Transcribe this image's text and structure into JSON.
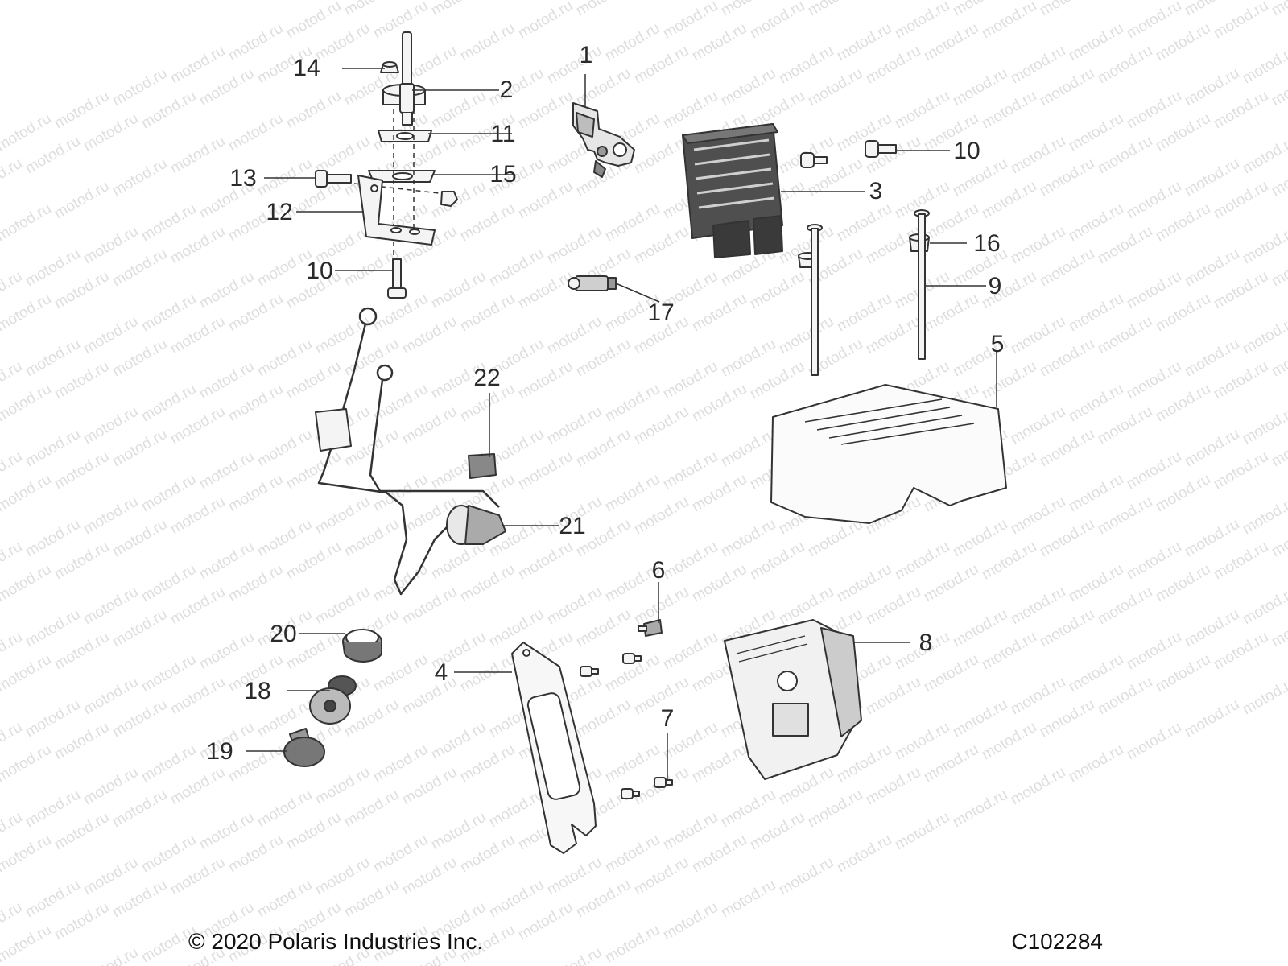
{
  "watermark": "motod.ru",
  "footer": {
    "copyright": "© 2020 Polaris Industries Inc.",
    "drawing_number": "C102284"
  },
  "callouts": [
    "1",
    "2",
    "3",
    "4",
    "5",
    "6",
    "7",
    "8",
    "9",
    "10",
    "10",
    "11",
    "12",
    "13",
    "14",
    "15",
    "16",
    "17",
    "18",
    "19",
    "20",
    "21",
    "22"
  ],
  "colors": {
    "line": "#333333",
    "part_fill": "#f4f4f4",
    "dark_part": "#555555",
    "watermark": "#dedede"
  }
}
